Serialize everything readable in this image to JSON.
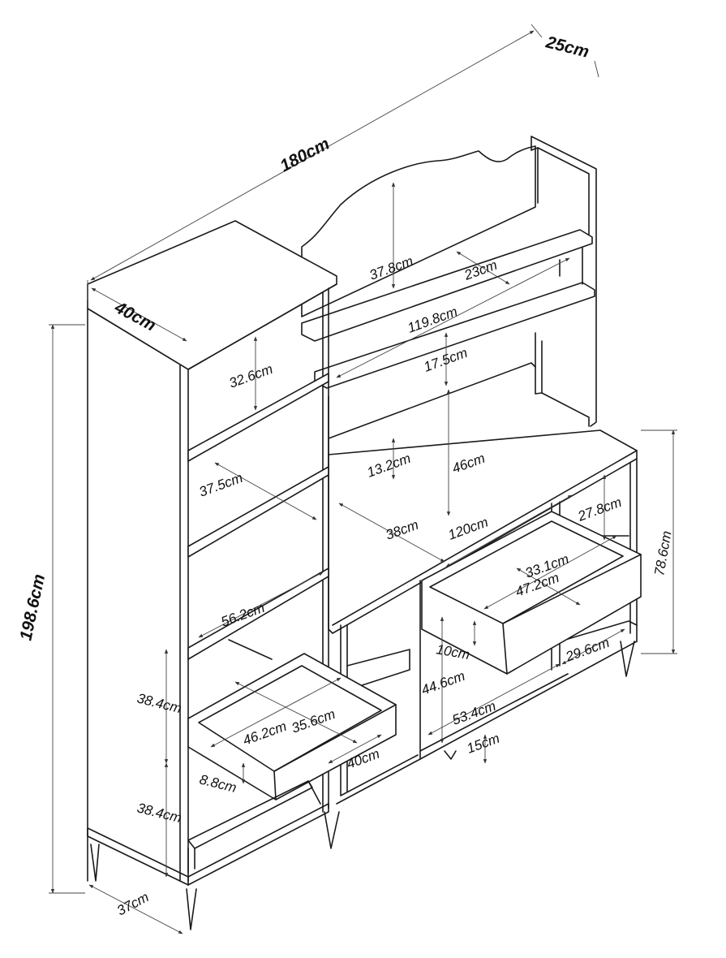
{
  "dimensions": {
    "depth_top": "25cm",
    "total_width": "180cm",
    "tower_depth": "40cm",
    "total_height": "198.6cm",
    "leg_depth": "37cm",
    "arch_height": "37.8cm",
    "top_shelf_depth": "23cm",
    "upper_shelf_width": "119.8cm",
    "upper_gap": "17.5cm",
    "tower_shelf_1": "32.6cm",
    "tower_shelf_2": "37.5cm",
    "tower_shelf_width": "56.2cm",
    "middle_gap": "13.2cm",
    "middle_height": "46cm",
    "desk_depth": "38cm",
    "desk_width": "120cm",
    "right_cab_height": "27.8cm",
    "base_height": "78.6cm",
    "drawer_inner_depth": "33.1cm",
    "drawer_inner_width": "47.2cm",
    "drawer_front_height": "10cm",
    "cab_inner_height": "44.6cm",
    "right_lower_width": "29.6cm",
    "lower_cab_width": "53.4cm",
    "leg_height": "15cm",
    "tower_drawer_height_upper": "38.4cm",
    "tower_drawer_width": "46.2cm",
    "tower_drawer_depth": "35.6cm",
    "tower_drawer_front": "8.8cm",
    "tower_lower_depth": "40cm",
    "tower_drawer_height_lower": "38.4cm"
  },
  "colors": {
    "line": "#1a1a1a",
    "dimension": "#444444",
    "background": "#ffffff"
  }
}
